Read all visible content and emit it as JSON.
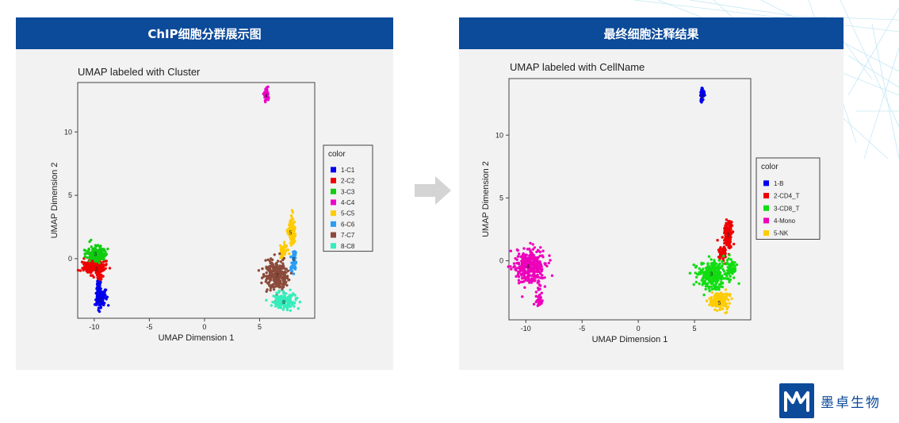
{
  "left_panel": {
    "banner_title": "ChIP细胞分群展示图"
  },
  "right_panel": {
    "banner_title": "最终细胞注释结果"
  },
  "brand": {
    "name": "墨卓生物"
  },
  "colors": {
    "banner": "#0c4a9a",
    "panel": "#f2f2f2",
    "arrow": "#d4d4d4"
  },
  "chart_data": [
    {
      "type": "scatter",
      "title": "UMAP labeled with Cluster",
      "xlabel": "UMAP Dimension 1",
      "ylabel": "UMAP Dimension 2",
      "xlim": [
        -11.5,
        10
      ],
      "ylim": [
        -4.7,
        13.9
      ],
      "xticks": [
        "-10",
        "-5",
        "0",
        "5"
      ],
      "xtick_values": [
        -10,
        -5,
        0,
        5
      ],
      "yticks": [
        "0",
        "5",
        "10"
      ],
      "ytick_values": [
        0,
        5,
        10
      ],
      "legend_title": "color",
      "legend_position": "right",
      "series": [
        {
          "name": "1-C1",
          "color": "#0000ee",
          "label": "1",
          "label_at": [
            -9.4,
            -3.2
          ],
          "clusters": [
            {
              "cx": -9.4,
              "cy": -3.1,
              "rx": 0.4,
              "ry": 0.7,
              "n": 110
            },
            {
              "cx": -9.6,
              "cy": -2.0,
              "rx": 0.18,
              "ry": 0.6,
              "n": 35
            }
          ]
        },
        {
          "name": "2-C2",
          "color": "#ee0000",
          "label": "2",
          "label_at": [
            -9.8,
            -0.8
          ],
          "clusters": [
            {
              "cx": -10.1,
              "cy": -0.6,
              "rx": 1.0,
              "ry": 0.5,
              "n": 170
            },
            {
              "cx": -9.5,
              "cy": -1.4,
              "rx": 0.3,
              "ry": 0.3,
              "n": 25
            }
          ]
        },
        {
          "name": "3-C3",
          "color": "#11cc11",
          "label": "3",
          "label_at": [
            -9.9,
            0.4
          ],
          "clusters": [
            {
              "cx": -9.8,
              "cy": 0.4,
              "rx": 0.8,
              "ry": 0.6,
              "n": 170
            }
          ]
        },
        {
          "name": "4-C4",
          "color": "#ee00cc",
          "label": "4",
          "label_at": [
            5.6,
            12.9
          ],
          "clusters": [
            {
              "cx": 5.6,
              "cy": 13.0,
              "rx": 0.18,
              "ry": 0.55,
              "n": 55
            }
          ]
        },
        {
          "name": "5-C5",
          "color": "#ffcc00",
          "label": "5",
          "label_at": [
            7.8,
            2.1
          ],
          "clusters": [
            {
              "cx": 7.9,
              "cy": 2.2,
              "rx": 0.3,
              "ry": 1.0,
              "n": 110
            },
            {
              "cx": 7.2,
              "cy": 0.6,
              "rx": 0.3,
              "ry": 0.55,
              "n": 45
            }
          ]
        },
        {
          "name": "6-C6",
          "color": "#2a9df4",
          "label": "6",
          "label_at": [
            8.1,
            0.0
          ],
          "clusters": [
            {
              "cx": 8.1,
              "cy": -0.2,
              "rx": 0.25,
              "ry": 0.75,
              "n": 55
            }
          ]
        },
        {
          "name": "7-C7",
          "color": "#8b4a3a",
          "label": "7",
          "label_at": [
            6.6,
            -1.3
          ],
          "clusters": [
            {
              "cx": 6.5,
              "cy": -1.3,
              "rx": 1.0,
              "ry": 1.0,
              "n": 260
            }
          ]
        },
        {
          "name": "8-C8",
          "color": "#33eebb",
          "label": "8",
          "label_at": [
            7.2,
            -3.4
          ],
          "clusters": [
            {
              "cx": 7.2,
              "cy": -3.3,
              "rx": 0.9,
              "ry": 0.6,
              "n": 140
            }
          ]
        }
      ]
    },
    {
      "type": "scatter",
      "title": "UMAP labeled with CellName",
      "xlabel": "UMAP Dimension 1",
      "ylabel": "UMAP Dimension 2",
      "xlim": [
        -11.5,
        10
      ],
      "ylim": [
        -4.7,
        14.5
      ],
      "xticks": [
        "-10",
        "-5",
        "0",
        "5"
      ],
      "xtick_values": [
        -10,
        -5,
        0,
        5
      ],
      "yticks": [
        "0",
        "5",
        "10"
      ],
      "ytick_values": [
        0,
        5,
        10
      ],
      "legend_title": "color",
      "legend_position": "right",
      "series": [
        {
          "name": "1-B",
          "color": "#0000ee",
          "label": "1",
          "label_at": [
            5.7,
            13.1
          ],
          "clusters": [
            {
              "cx": 5.7,
              "cy": 13.2,
              "rx": 0.18,
              "ry": 0.55,
              "n": 55
            }
          ]
        },
        {
          "name": "2-CD4_T",
          "color": "#ee0000",
          "label": "2",
          "label_at": [
            8.0,
            2.1
          ],
          "clusters": [
            {
              "cx": 8.0,
              "cy": 2.2,
              "rx": 0.35,
              "ry": 1.0,
              "n": 120
            },
            {
              "cx": 7.5,
              "cy": 0.6,
              "rx": 0.35,
              "ry": 0.6,
              "n": 55
            }
          ]
        },
        {
          "name": "3-CD8_T",
          "color": "#11dd11",
          "label": "3",
          "label_at": [
            6.5,
            -1.0
          ],
          "clusters": [
            {
              "cx": 6.6,
              "cy": -1.1,
              "rx": 1.2,
              "ry": 1.0,
              "n": 290
            },
            {
              "cx": 8.3,
              "cy": -0.6,
              "rx": 0.35,
              "ry": 0.6,
              "n": 55
            }
          ]
        },
        {
          "name": "4-Mono",
          "color": "#ee00bb",
          "label": "4",
          "label_at": [
            -9.8,
            -0.4
          ],
          "clusters": [
            {
              "cx": -9.6,
              "cy": -0.4,
              "rx": 1.3,
              "ry": 1.35,
              "n": 330
            },
            {
              "cx": -8.8,
              "cy": -3.1,
              "rx": 0.3,
              "ry": 0.5,
              "n": 40
            }
          ]
        },
        {
          "name": "5-NK",
          "color": "#ffcc00",
          "label": "5",
          "label_at": [
            7.2,
            -3.3
          ],
          "clusters": [
            {
              "cx": 7.2,
              "cy": -3.2,
              "rx": 0.85,
              "ry": 0.65,
              "n": 130
            }
          ]
        }
      ]
    }
  ]
}
